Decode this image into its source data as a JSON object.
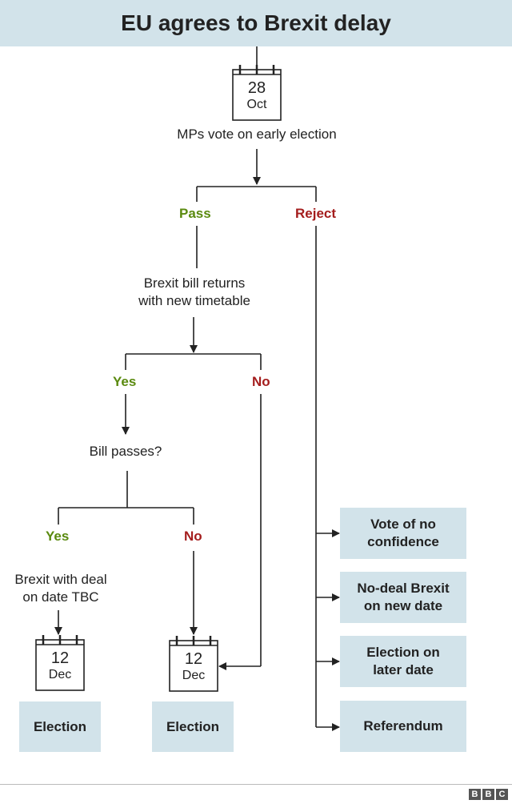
{
  "title": "EU agrees to Brexit delay",
  "calendars": {
    "start": {
      "day": "28",
      "month": "Oct"
    },
    "left": {
      "day": "12",
      "month": "Dec"
    },
    "middle": {
      "day": "12",
      "month": "Dec"
    }
  },
  "nodes": {
    "mps_vote": "MPs vote on early election",
    "pass": "Pass",
    "reject": "Reject",
    "bill_returns_line1": "Brexit bill returns",
    "bill_returns_line2": "with new timetable",
    "yes_1": "Yes",
    "no_1": "No",
    "bill_passes": "Bill passes?",
    "yes_2": "Yes",
    "no_2": "No",
    "deal_line1": "Brexit with deal",
    "deal_line2": "on date TBC"
  },
  "outcomes": {
    "election_left": "Election",
    "election_middle": "Election",
    "reject_options": [
      {
        "line1": "Vote of no",
        "line2": "confidence"
      },
      {
        "line1": "No-deal Brexit",
        "line2": "on new date"
      },
      {
        "line1": "Election on",
        "line2": "later date"
      },
      {
        "line1": "Referendum",
        "line2": ""
      }
    ]
  },
  "colors": {
    "yes": "#5a8a0f",
    "no": "#a41d1d",
    "box": "#d2e3ea",
    "title_bar": "#d2e3ea"
  },
  "footer": {
    "logo": [
      "B",
      "B",
      "C"
    ]
  }
}
